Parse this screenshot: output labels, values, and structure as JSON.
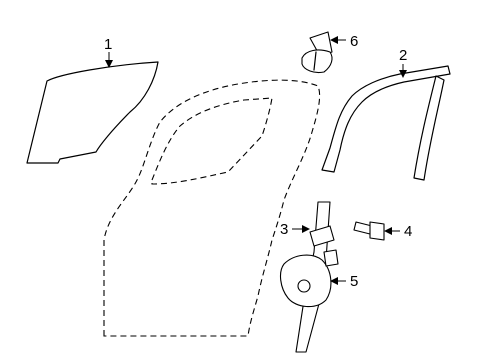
{
  "callouts": {
    "glass": "1",
    "run_channel": "2",
    "regulator": "3",
    "bolt": "4",
    "motor": "5",
    "clip": "6"
  },
  "colors": {
    "line": "#000000",
    "background": "#ffffff"
  }
}
